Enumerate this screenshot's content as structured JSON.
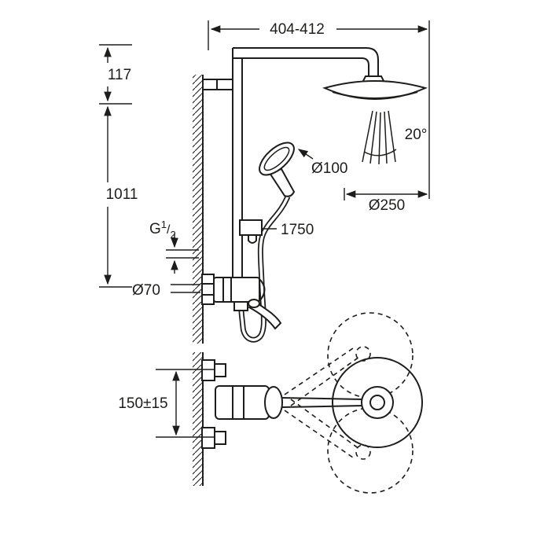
{
  "diagram": {
    "type": "technical-dimension-drawing",
    "subject": "shower system with head shower, hand shower and exposed mixer",
    "colors": {
      "line": "#1d1d1b",
      "background": "#ffffff"
    },
    "labels": {
      "top_width": "404-412",
      "offset_top": "117",
      "height_main": "1011",
      "spray_angle": "20°",
      "hand_shower_dia": "Ø100",
      "head_shower_dia": "Ø250",
      "system_height": "1750",
      "thread": {
        "g": "G",
        "num": "1",
        "slash": "/",
        "den": "2"
      },
      "escutcheon_dia": "Ø70",
      "supply_spacing": "150±15"
    }
  }
}
